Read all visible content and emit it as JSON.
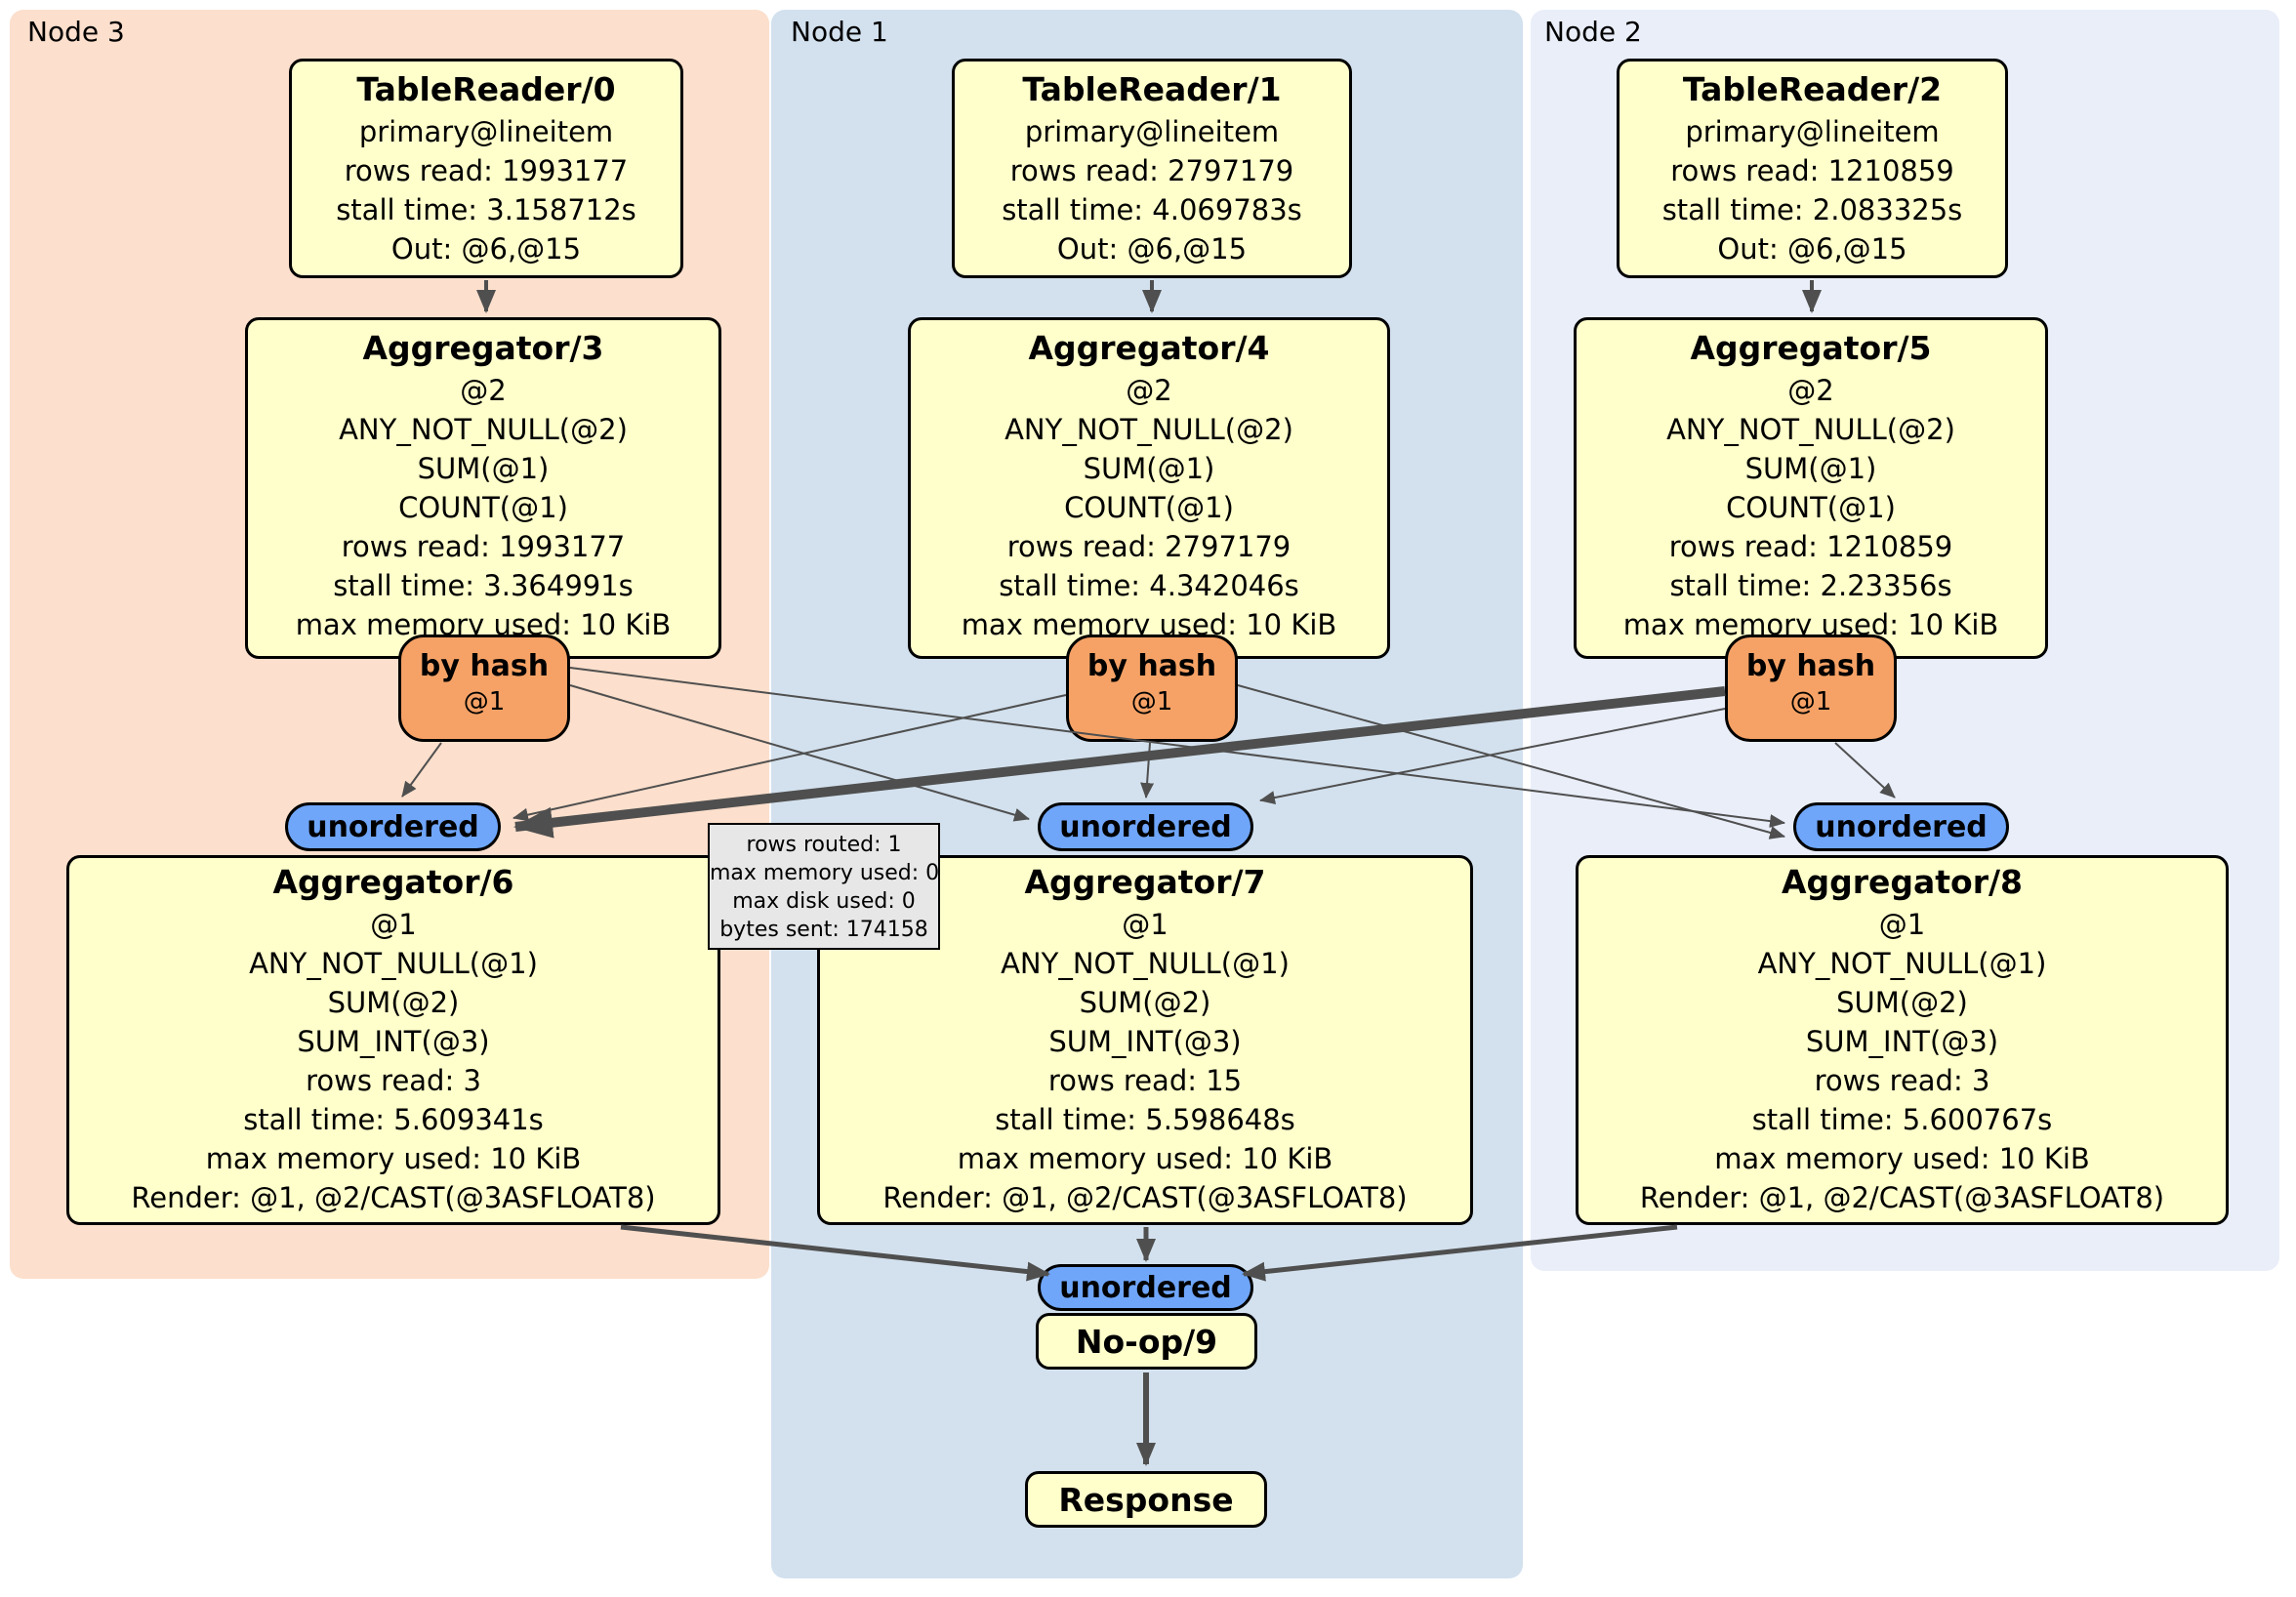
{
  "panels": {
    "node3": {
      "label": "Node 3"
    },
    "node1": {
      "label": "Node 1"
    },
    "node2": {
      "label": "Node 2"
    }
  },
  "router": {
    "label": "by hash",
    "arg": "@1"
  },
  "sync": {
    "label": "unordered"
  },
  "processors": {
    "tr0": {
      "title": "TableReader/0",
      "lines": [
        "primary@lineitem",
        "rows read: 1993177",
        "stall time: 3.158712s",
        "Out: @6,@15"
      ]
    },
    "tr1": {
      "title": "TableReader/1",
      "lines": [
        "primary@lineitem",
        "rows read: 2797179",
        "stall time: 4.069783s",
        "Out: @6,@15"
      ]
    },
    "tr2": {
      "title": "TableReader/2",
      "lines": [
        "primary@lineitem",
        "rows read: 1210859",
        "stall time: 2.083325s",
        "Out: @6,@15"
      ]
    },
    "agg3": {
      "title": "Aggregator/3",
      "lines": [
        "@2",
        "ANY_NOT_NULL(@2)",
        "SUM(@1)",
        "COUNT(@1)",
        "rows read: 1993177",
        "stall time: 3.364991s",
        "max memory used: 10 KiB"
      ]
    },
    "agg4": {
      "title": "Aggregator/4",
      "lines": [
        "@2",
        "ANY_NOT_NULL(@2)",
        "SUM(@1)",
        "COUNT(@1)",
        "rows read: 2797179",
        "stall time: 4.342046s",
        "max memory used: 10 KiB"
      ]
    },
    "agg5": {
      "title": "Aggregator/5",
      "lines": [
        "@2",
        "ANY_NOT_NULL(@2)",
        "SUM(@1)",
        "COUNT(@1)",
        "rows read: 1210859",
        "stall time: 2.23356s",
        "max memory used: 10 KiB"
      ]
    },
    "agg6": {
      "title": "Aggregator/6",
      "lines": [
        "@1",
        "ANY_NOT_NULL(@1)",
        "SUM(@2)",
        "SUM_INT(@3)",
        "rows read: 3",
        "stall time: 5.609341s",
        "max memory used: 10 KiB",
        "Render: @1, @2/CAST(@3ASFLOAT8)"
      ]
    },
    "agg7": {
      "title": "Aggregator/7",
      "lines": [
        "@1",
        "ANY_NOT_NULL(@1)",
        "SUM(@2)",
        "SUM_INT(@3)",
        "rows read: 15",
        "stall time: 5.598648s",
        "max memory used: 10 KiB",
        "Render: @1, @2/CAST(@3ASFLOAT8)"
      ]
    },
    "agg8": {
      "title": "Aggregator/8",
      "lines": [
        "@1",
        "ANY_NOT_NULL(@1)",
        "SUM(@2)",
        "SUM_INT(@3)",
        "rows read: 3",
        "stall time: 5.600767s",
        "max memory used: 10 KiB",
        "Render: @1, @2/CAST(@3ASFLOAT8)"
      ]
    },
    "noop": {
      "title": "No-op/9"
    },
    "response": {
      "title": "Response"
    }
  },
  "tooltip": {
    "lines": [
      "rows routed: 1",
      "max memory used: 0",
      "max disk used: 0",
      "bytes sent: 174158"
    ]
  },
  "colors": {
    "panel_node3": "#fcdfcc",
    "panel_node1": "#d3e1ee",
    "panel_node2": "#e9eef9",
    "processor_fill": "#ffffcc",
    "router_fill": "#f6a266",
    "sync_fill": "#6fa6fa",
    "edge": "#4f4f4f",
    "tooltip_fill": "#e7e7e7"
  }
}
